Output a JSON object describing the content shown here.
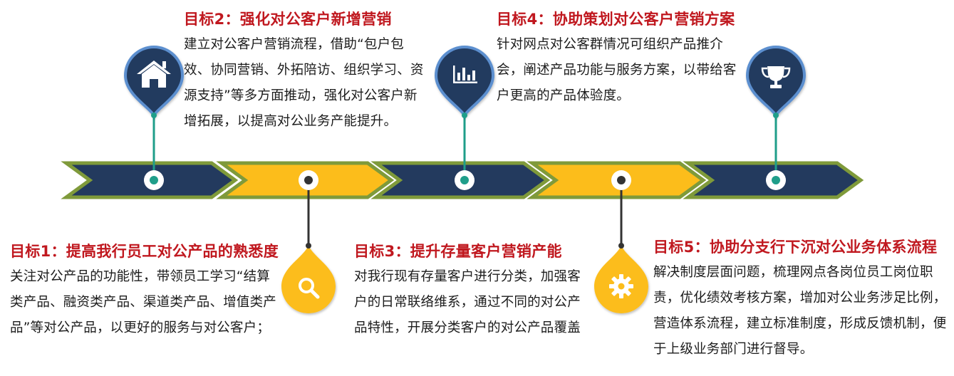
{
  "goals": [
    {
      "title": "目标1：提高我行员工对公产品的熟悉度",
      "description": "关注对公产品的功能性，带领员工学习“结算类产品、融资类产品、渠道类产品、增值类产品”等对公产品，以更好的服务与对公客户；",
      "icon": "search-icon"
    },
    {
      "title": "目标2：强化对公客户新增营销",
      "description": "建立对公客户营销流程，借助“包户包效、协同营销、外拓陪访、组织学习、资源支持”等多方面推动，强化对公客户新增拓展，以提高对公业务产能提升。",
      "icon": "home-icon"
    },
    {
      "title": "目标3：提升存量客户营销产能",
      "description": "对我行现有存量客户进行分类，加强客户的日常联络维系，通过不同的对公产品特性，开展分类客户的对公产品覆盖",
      "icon": "none"
    },
    {
      "title": "目标4：协助策划对公客户营销方案",
      "description": "针对网点对公客群情况可组织产品推介会，阐述产品功能与服务方案，以带给客户更高的产品体验度。",
      "icon": "bar-chart-icon"
    },
    {
      "title": "目标5：协助分支行下沉对公业务体系流程",
      "description": "解决制度层面问题，梳理网点各岗位员工岗位职责，优化绩效考核方案，增加对公业务涉足比例，营造体系流程，建立标准制度，形成反馈机制，便于上级业务部门进行督导。",
      "icon": "gear-icon"
    }
  ],
  "extra_icons": [
    "trophy-icon"
  ],
  "colors": {
    "navy": "#233a5e",
    "gold": "#fcbd1b",
    "green_border": "#7f9a3a",
    "pin_border": "#5b8fcf",
    "teal": "#1f9e8a",
    "title_red": "#c0181f"
  }
}
